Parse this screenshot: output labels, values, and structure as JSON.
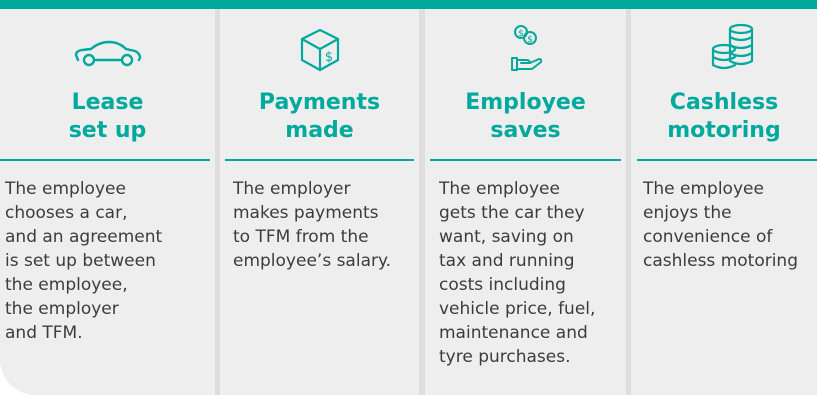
{
  "colors": {
    "accent": "#00a99d",
    "panel": "#eeeeee",
    "gap": "#dedede",
    "text": "#3c3c3c"
  },
  "steps": [
    {
      "icon": "car-icon",
      "title": [
        "Lease",
        "set up"
      ],
      "description": [
        "The employee",
        "chooses a car,",
        "and an agreement",
        "is set up between",
        "the employee,",
        "the employer",
        "and TFM."
      ]
    },
    {
      "icon": "dollar-box-icon",
      "title": [
        "Payments",
        "made"
      ],
      "description": [
        "The employer",
        "makes payments",
        "to TFM from the",
        "employee’s salary."
      ]
    },
    {
      "icon": "coins-hand-icon",
      "title": [
        "Employee",
        "saves"
      ],
      "description": [
        "The employee",
        "gets the car they",
        "want, saving on",
        "tax and running",
        "costs including",
        "vehicle price, fuel,",
        "maintenance and",
        "tyre purchases."
      ]
    },
    {
      "icon": "coin-stack-icon",
      "title": [
        "Cashless",
        "motoring"
      ],
      "description": [
        "The employee",
        "enjoys the",
        "convenience of",
        "cashless motoring"
      ]
    }
  ]
}
